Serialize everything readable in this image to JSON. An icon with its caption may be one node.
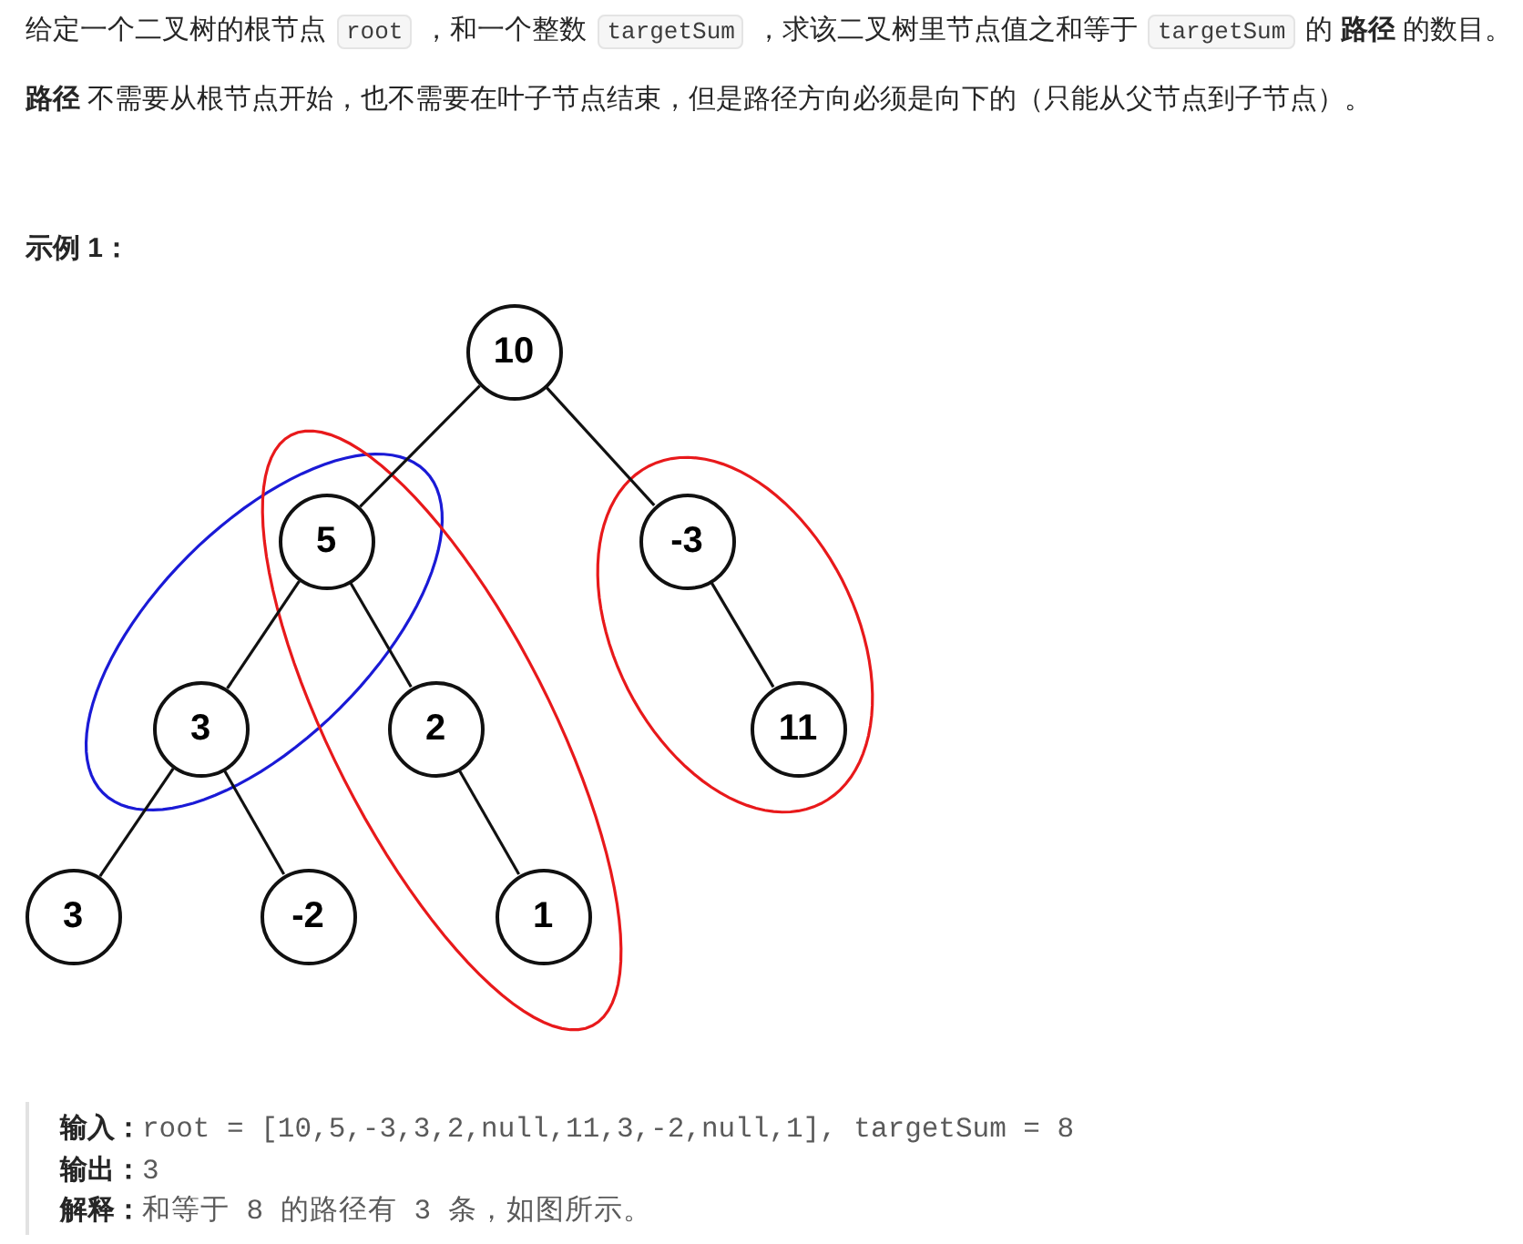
{
  "diagram": {
    "nodes": [
      {
        "text": [
          "10"
        ]
      },
      {
        "text": [
          "5"
        ]
      },
      {
        "text": [
          "-3"
        ]
      },
      {
        "text": [
          "3"
        ]
      },
      {
        "text": [
          "2"
        ]
      },
      {
        "text": [
          "11"
        ]
      },
      {
        "text": [
          "3"
        ]
      },
      {
        "text": [
          "-2"
        ]
      },
      {
        "text": [
          "1"
        ]
      }
    ],
    "edges": [
      {
        "from": 0,
        "to": 1,
        "arrow": "none"
      },
      {
        "from": 0,
        "to": 2,
        "arrow": "none"
      },
      {
        "from": 1,
        "to": 3,
        "arrow": "none"
      },
      {
        "from": 1,
        "to": 4,
        "arrow": "none"
      },
      {
        "from": 2,
        "to": 5,
        "arrow": "none"
      },
      {
        "from": 3,
        "to": 6,
        "arrow": "none"
      },
      {
        "from": 3,
        "to": 7,
        "arrow": "none"
      },
      {
        "from": 4,
        "to": 8,
        "arrow": "none"
      }
    ],
    "labels": [
      "给定一个二叉树的根节点",
      "root",
      "，和一个整数",
      "targetSum",
      "，求该二叉树里节点值之和等于",
      "targetSum",
      "的 **路径** 的数目。",
      "**路径** 不需要从根节点开始，也不需要在叶子节点结束，但是路径方向必须是向下的（只能从父节点到子节点）。",
      "示例 1：",
      "**输入：**root = [10,5,-3,3,2,null,11,3,-2,null,1], targetSum = 8",
      "**输出：**3",
      "**解释：**和等于 8 的路径有 3 条，如图所示。"
    ]
  }
}
